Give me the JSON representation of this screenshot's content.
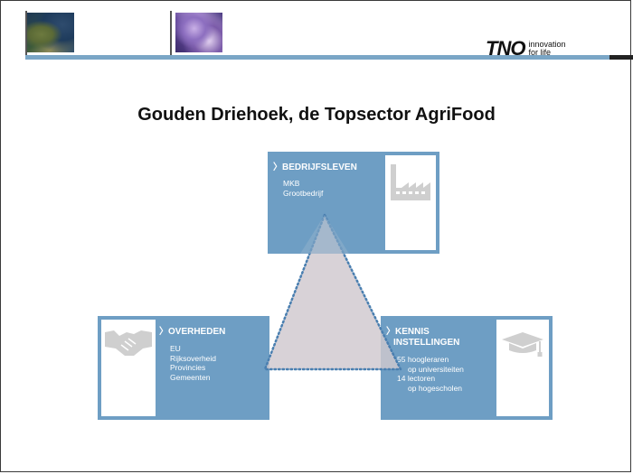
{
  "header": {
    "logo_mark": "TNO",
    "logo_tag_line1": "innovation",
    "logo_tag_line2": "for life"
  },
  "title": "Gouden Driehoek, de Topsector AgriFood",
  "boxes": {
    "top": {
      "heading": "BEDRIJFSLEVEN",
      "lines": [
        "MKB",
        "Grootbedrijf"
      ],
      "icon": "factory-icon"
    },
    "left": {
      "heading": "OVERHEDEN",
      "lines": [
        "EU",
        "Rijksoverheid",
        "Provincies",
        "Gemeenten"
      ],
      "icon": "handshake-icon"
    },
    "right": {
      "heading_line1": "KENNIS",
      "heading_line2": "INSTELLINGEN",
      "lines": [
        "55 hoogleraren",
        "op universiteiten",
        "14 lectoren",
        "op hogescholen"
      ],
      "icon": "graduation-cap-icon"
    }
  },
  "colors": {
    "box_blue": "#6e9ec4",
    "triangle_fill": "#cfc8ce",
    "dots": "#4a7fb0"
  }
}
